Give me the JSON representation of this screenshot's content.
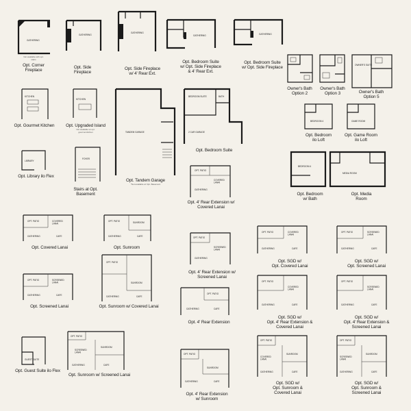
{
  "options": [
    {
      "id": "corner-fireplace",
      "caption": "Opt. Corner\nFireplace",
      "note": "Not available with opt.\nstairs"
    },
    {
      "id": "side-fireplace",
      "caption": "Opt. Side\nFireplace"
    },
    {
      "id": "side-fireplace-rear-ext",
      "caption": "Opt. Side Fireplace\nw/ 4' Rear Ext."
    },
    {
      "id": "bed-suite-side-fp-rear-ext",
      "caption": "Opt. Bedroom Suite\nw/ Opt. Side Fireplace\n& 4' Rear Ext."
    },
    {
      "id": "bed-suite-side-fp",
      "caption": "Opt. Bedroom Suite\nw/ Opt. Side Fireplace"
    },
    {
      "id": "owners-bath-2",
      "caption": "Owner's Bath\nOption 2"
    },
    {
      "id": "owners-bath-3",
      "caption": "Owner's Bath\nOption 3"
    },
    {
      "id": "owners-bath-5",
      "caption": "Owner's Bath\nOption 5"
    },
    {
      "id": "gourmet-kitchen",
      "caption": "Opt. Gourmet Kitchen"
    },
    {
      "id": "upgraded-island",
      "caption": "Opt. Upgraded Island",
      "note": "Not available w/ opt.\ngourmet kitchen"
    },
    {
      "id": "tandem-garage",
      "caption": "Opt. Tandem Garage",
      "note": "*Not available w/ Opt. Basement"
    },
    {
      "id": "bedroom-suite",
      "caption": "Opt. Bedroom Suite"
    },
    {
      "id": "bedroom-loft",
      "caption": "Opt. Bedroom\nilo Loft"
    },
    {
      "id": "game-room-loft",
      "caption": "Opt. Game Room\nilo Loft"
    },
    {
      "id": "library-flex",
      "caption": "Opt. Library ilo Flex"
    },
    {
      "id": "stairs-basement",
      "caption": "Stairs at Opt.\nBasement"
    },
    {
      "id": "rear-ext-covered-lanai",
      "caption": "Opt. 4' Rear Extension w/\nCovered Lanai"
    },
    {
      "id": "bedroom-bath",
      "caption": "Opt. Bedroom\nw/ Bath"
    },
    {
      "id": "media-room",
      "caption": "Opt. Media\nRoom"
    },
    {
      "id": "covered-lanai",
      "caption": "Opt. Covered Lanai"
    },
    {
      "id": "sunroom",
      "caption": "Opt. Sunroom"
    },
    {
      "id": "rear-ext-screened-lanai",
      "caption": "Opt. 4' Rear Extension w/\nScreened Lanai"
    },
    {
      "id": "sgd-covered-lanai",
      "caption": "Opt. SGD w/\nOpt. Covered Lanai"
    },
    {
      "id": "sgd-screened-lanai",
      "caption": "Opt. SGD w/\nOpt. Screened Lanai"
    },
    {
      "id": "screened-lanai",
      "caption": "Opt. Screened Lanai"
    },
    {
      "id": "sunroom-covered-lanai",
      "caption": "Opt. Sunroom w/ Covered Lanai"
    },
    {
      "id": "rear-ext",
      "caption": "Opt. 4' Rear Extension"
    },
    {
      "id": "sgd-rear-ext-covered",
      "caption": "Opt. SGD w/\nOpt. 4' Rear Extension &\nCovered Lanai"
    },
    {
      "id": "sgd-rear-ext-screened",
      "caption": "Opt. SGD w/\nOpt. 4' Rear Extension &\nScreened Lanai"
    },
    {
      "id": "guest-suite-flex",
      "caption": "Opt. Guest Suite ilo Flex"
    },
    {
      "id": "sunroom-screened-lanai",
      "caption": "Opt. Sunroom w/ Screened Lanai"
    },
    {
      "id": "rear-ext-sunroom",
      "caption": "Opt. 4' Rear Extension\nw/ Sunroom"
    },
    {
      "id": "sgd-sunroom-covered",
      "caption": "Opt. SGD w/\nOpt. Sunroom &\nCovered Lanai"
    },
    {
      "id": "sgd-sunroom-screened",
      "caption": "Opt. SGD w/\nOpt. Sunroom &\nScreened Lanai"
    }
  ],
  "rooms": {
    "gathering": "GATHERING",
    "kitchen": "KITCHEN",
    "cafe": "CAFE",
    "opt_patio": "OPT. PATIO",
    "covered_lanai": "COVERED\nLANAI",
    "screened_lanai": "SCREENED\nLANAI",
    "sunroom": "SUNROOM",
    "library": "LIBRARY",
    "foyer": "FOYER",
    "bedroom_suite": "BEDROOM SUITE",
    "bedroom": "BEDROOM 4",
    "game_room": "GAME ROOM",
    "tandem_garage": "TANDEM GARAGE",
    "garage": "2 CAR GARAGE",
    "media_room": "MEDIA ROOM",
    "guest_suite": "GUEST SUITE",
    "owners_suite": "OWNER'S SUITE",
    "bath": "BATH"
  }
}
